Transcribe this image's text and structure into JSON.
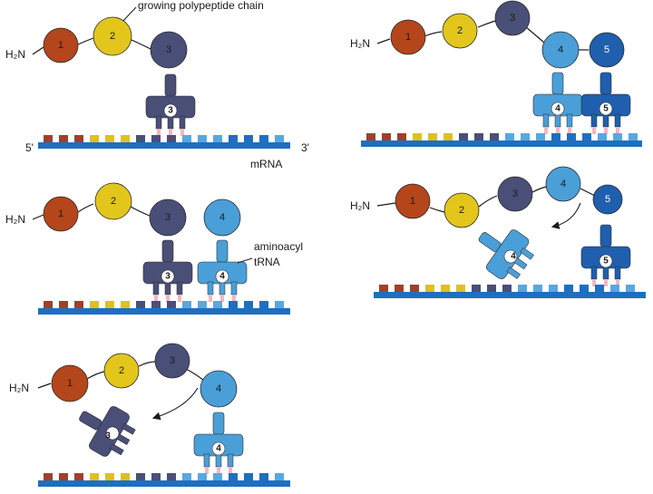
{
  "labels": {
    "growing_chain": "growing polypeptide chain",
    "amino_group": "H₂N",
    "five_prime": "5'",
    "three_prime": "3'",
    "mrna": "mRNA",
    "aminoacyl_line1": "aminoacyl",
    "aminoacyl_line2": "tRNA"
  },
  "residue_numbers": [
    "1",
    "2",
    "3",
    "4",
    "5"
  ],
  "colors": {
    "residue_1": "#b5451b",
    "residue_2": "#e3c61c",
    "residue_3": "#4a4f78",
    "residue_4": "#4a9fd8",
    "residue_5": "#1f5fae",
    "mrna_backbone": "#1e6fc0",
    "codon_red": "#a0402c",
    "codon_yellow": "#e0c020",
    "codon_navy": "#4a4f78",
    "codon_light": "#58a8e0",
    "codon_blue": "#1e6fc0"
  }
}
